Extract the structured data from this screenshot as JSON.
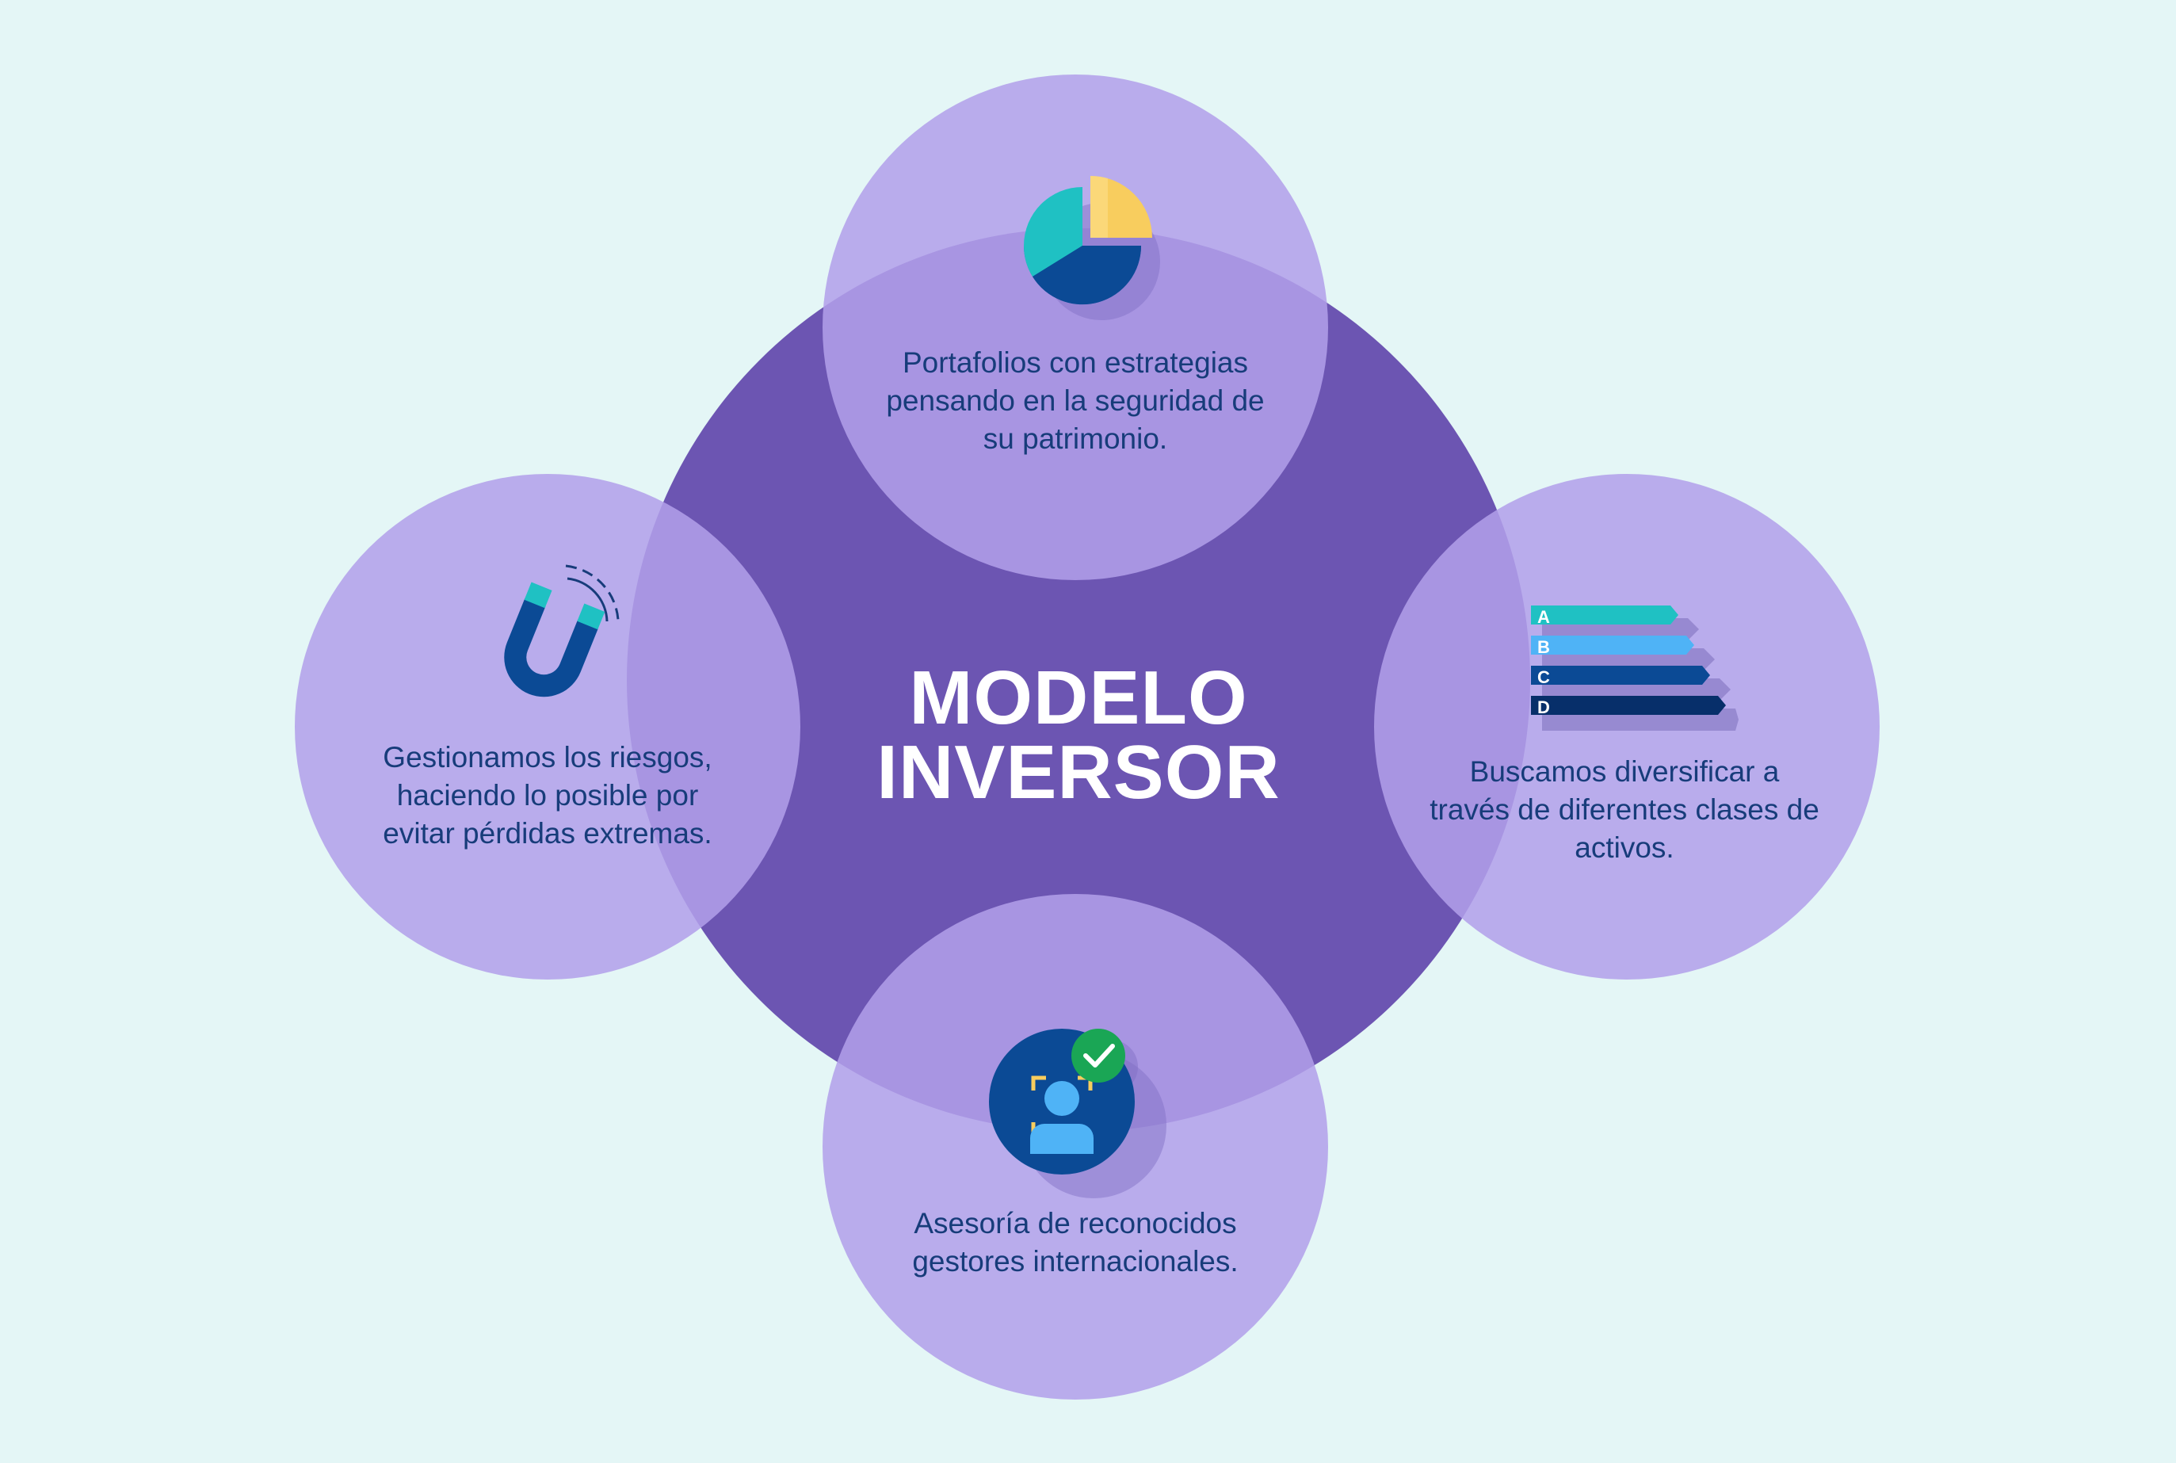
{
  "center": {
    "line1": "MODELO",
    "line2": "INVERSOR"
  },
  "items": [
    {
      "position": "top",
      "icon": "pie-chart-icon",
      "text": "Portafolios con estrategias pensando en la seguridad de su patrimonio."
    },
    {
      "position": "left",
      "icon": "magnet-icon",
      "text": "Gestionamos los riesgos, haciendo lo posible por evitar pérdidas extremas."
    },
    {
      "position": "right",
      "icon": "asset-classes-icon",
      "text": "Buscamos diversificar a través de diferentes clases de activos."
    },
    {
      "position": "bottom",
      "icon": "verified-advisor-icon",
      "text": "Asesoría de reconocidos gestores internacionales."
    }
  ],
  "asset_classes": [
    "A",
    "B",
    "C",
    "D"
  ],
  "colors": {
    "background": "#e4f6f6",
    "center": "#6c55b2",
    "satellite": "#b2a0ea",
    "text_dark": "#173c7a",
    "teal": "#1fc1c3",
    "yellow": "#f8cd5e",
    "navy": "#0b4a95",
    "light_blue": "#4fb3f6",
    "green": "#1aa655"
  }
}
